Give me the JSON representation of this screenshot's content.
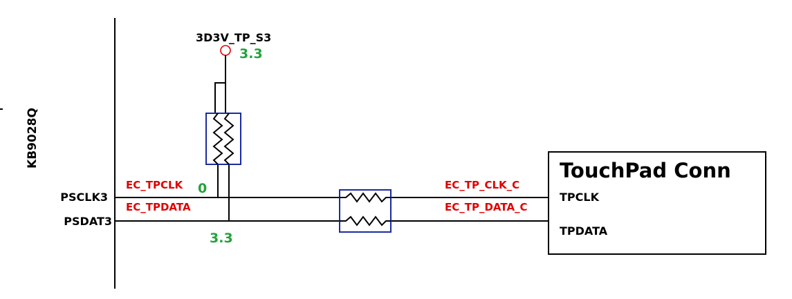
{
  "colors": {
    "net_label": "#e00000",
    "voltage": "#21a33a",
    "component_box": "#1a2aa0",
    "wire": "#000000",
    "power_marker": "#e00000"
  },
  "chip": {
    "name": "KB9028Q",
    "pins": [
      "PSCLK3",
      "PSDAT3"
    ]
  },
  "power": {
    "net": "3D3V_TP_S3",
    "voltage": "3.3"
  },
  "nets": {
    "ec_clk": "EC_TPCLK",
    "ec_data": "EC_TPDATA",
    "tp_clk": "EC_TP_CLK_C",
    "tp_data": "EC_TP_DATA_C"
  },
  "probes": {
    "clk_voltage": "0",
    "data_voltage": "3.3"
  },
  "connector": {
    "title": "TouchPad Conn",
    "pins": [
      "TPCLK",
      "TPDATA"
    ]
  }
}
